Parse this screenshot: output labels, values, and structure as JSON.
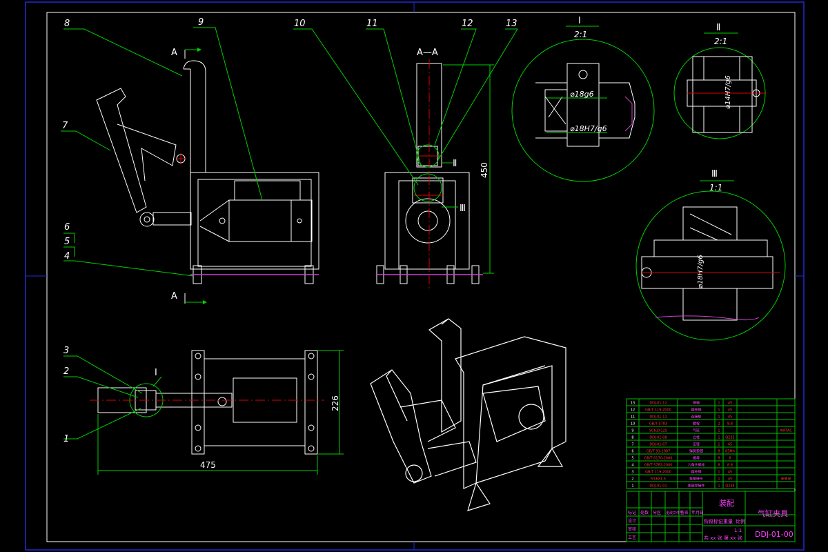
{
  "colors": {
    "background": "#000000",
    "frame": "#1f2bd6",
    "border": "#ffffff",
    "leader": "#00d000",
    "geometry": "#ffffff",
    "centerline": "#e00000",
    "highlight": "#d040d0",
    "text_label": "#ffffff",
    "table_grid": "#00c000",
    "table_text_red": "#ff3030",
    "table_text_pink": "#ff40ff"
  },
  "balloons": [
    "1",
    "2",
    "3",
    "4",
    "5",
    "6",
    "7",
    "8",
    "9",
    "10",
    "11",
    "12",
    "13"
  ],
  "section_marks": {
    "top": "A",
    "bottom": "A",
    "title": "A—A"
  },
  "details": [
    {
      "mark": "Ⅰ",
      "scale": "2:1",
      "dim_a": "⌀18g6",
      "dim_b": "⌀18H7/g6"
    },
    {
      "mark": "Ⅱ",
      "scale": "2:1",
      "dim_a": "⌀14H7/g6"
    },
    {
      "mark": "Ⅲ",
      "scale": "1:1",
      "dim_a": "⌀18H7/g6"
    }
  ],
  "view_callouts": {
    "section_a": "Ⅱ",
    "section_b": "Ⅲ",
    "plan": "Ⅰ"
  },
  "dimensions": {
    "height": "450",
    "depth": "226",
    "length": "475"
  },
  "title_block": {
    "title": "气缸夹具",
    "drawing_no": "DDJ-01-00",
    "company": "装配",
    "row_labels": [
      "标记",
      "处数",
      "分区",
      "更改文件号",
      "签名",
      "年月日"
    ],
    "signer_labels": [
      "设计",
      "审核",
      "工艺"
    ],
    "stage_labels": [
      "阶段标记",
      "重量",
      "比例"
    ],
    "scale_value": "1:1",
    "sheet_info": "共 xx 张  第 xx 张"
  },
  "bom_rows": [
    [
      "13",
      "DDJ-01-12",
      "销轴",
      "1",
      "45",
      ""
    ],
    [
      "12",
      "GB/T 119-2000",
      "圆柱销",
      "1",
      "45",
      ""
    ],
    [
      "11",
      "DDJ-01-11",
      "连接板",
      "1",
      "45",
      ""
    ],
    [
      "10",
      "GB/T 5783",
      "螺栓",
      "2",
      "8.8",
      ""
    ],
    [
      "9",
      "SC63X125",
      "气缸",
      "1",
      "",
      "AIRTAC"
    ],
    [
      "8",
      "DDJ-01-08",
      "立柱",
      "1",
      "Q235",
      ""
    ],
    [
      "7",
      "DDJ-01-07",
      "压臂",
      "1",
      "45",
      ""
    ],
    [
      "6",
      "GB/T 93-1987",
      "弹簧垫圈",
      "8",
      "65Mn",
      ""
    ],
    [
      "5",
      "GB/T 6170-2000",
      "螺母",
      "8",
      "8",
      ""
    ],
    [
      "4",
      "GB/T 5782-2000",
      "六角头螺栓",
      "8",
      "8.8",
      ""
    ],
    [
      "3",
      "GB/T 119-2000",
      "圆柱销",
      "1",
      "45",
      ""
    ],
    [
      "2",
      "M16X1.5",
      "鱼眼接头",
      "1",
      "45",
      "米思米"
    ],
    [
      "1",
      "DDJ-01-01",
      "底座焊接件",
      "1",
      "Q235",
      ""
    ]
  ]
}
